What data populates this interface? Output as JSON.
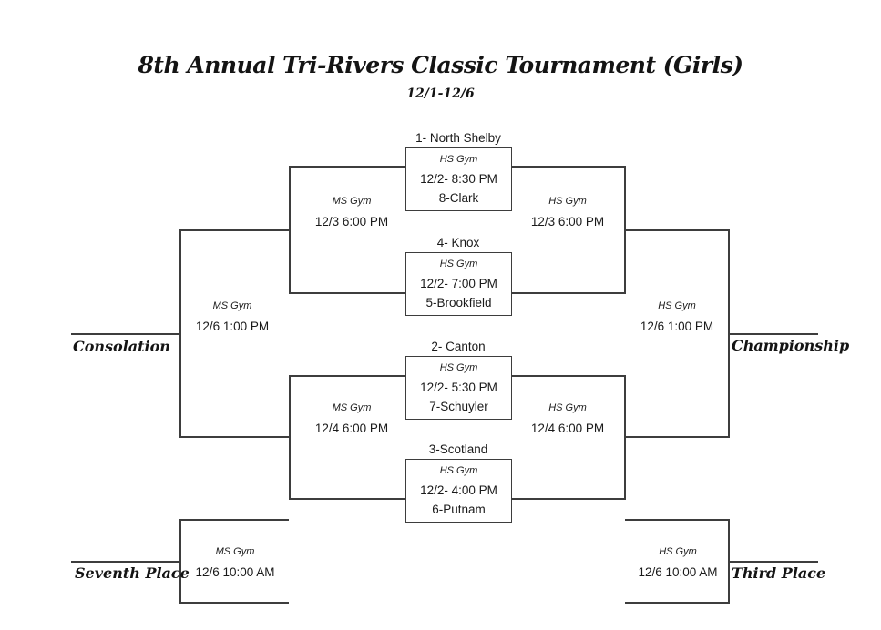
{
  "header": {
    "title": "8th Annual Tri-Rivers Classic Tournament (Girls)",
    "date_range": "12/1-12/6"
  },
  "games": [
    {
      "top_team": "1- North Shelby",
      "gym": "HS Gym",
      "time": "12/2- 8:30 PM",
      "bottom_team": "8-Clark"
    },
    {
      "top_team": "4- Knox",
      "gym": "HS Gym",
      "time": "12/2- 7:00 PM",
      "bottom_team": "5-Brookfield"
    },
    {
      "top_team": "2- Canton",
      "gym": "HS Gym",
      "time": "12/2- 5:30 PM",
      "bottom_team": "7-Schuyler"
    },
    {
      "top_team": "3-Scotland",
      "gym": "HS Gym",
      "time": "12/2- 4:00 PM",
      "bottom_team": "6-Putnam"
    }
  ],
  "semifinals": {
    "consolation_top": {
      "gym": "MS Gym",
      "time": "12/3 6:00 PM"
    },
    "championship_top": {
      "gym": "HS Gym",
      "time": "12/3 6:00 PM"
    },
    "consolation_bottom": {
      "gym": "MS Gym",
      "time": "12/4 6:00 PM"
    },
    "championship_bottom": {
      "gym": "HS Gym",
      "time": "12/4 6:00 PM"
    }
  },
  "finals": {
    "consolation": {
      "gym": "MS Gym",
      "time": "12/6 1:00 PM",
      "label": "Consolation"
    },
    "championship": {
      "gym": "HS Gym",
      "time": "12/6 1:00 PM",
      "label": "Championship"
    },
    "seventh_place": {
      "gym": "MS Gym",
      "time": "12/6 10:00 AM",
      "label": "Seventh Place"
    },
    "third_place": {
      "gym": "HS Gym",
      "time": "12/6 10:00 AM",
      "label": "Third Place"
    }
  },
  "colors": {
    "line": "#3d3d3d",
    "text": "#111111",
    "background": "#ffffff"
  }
}
